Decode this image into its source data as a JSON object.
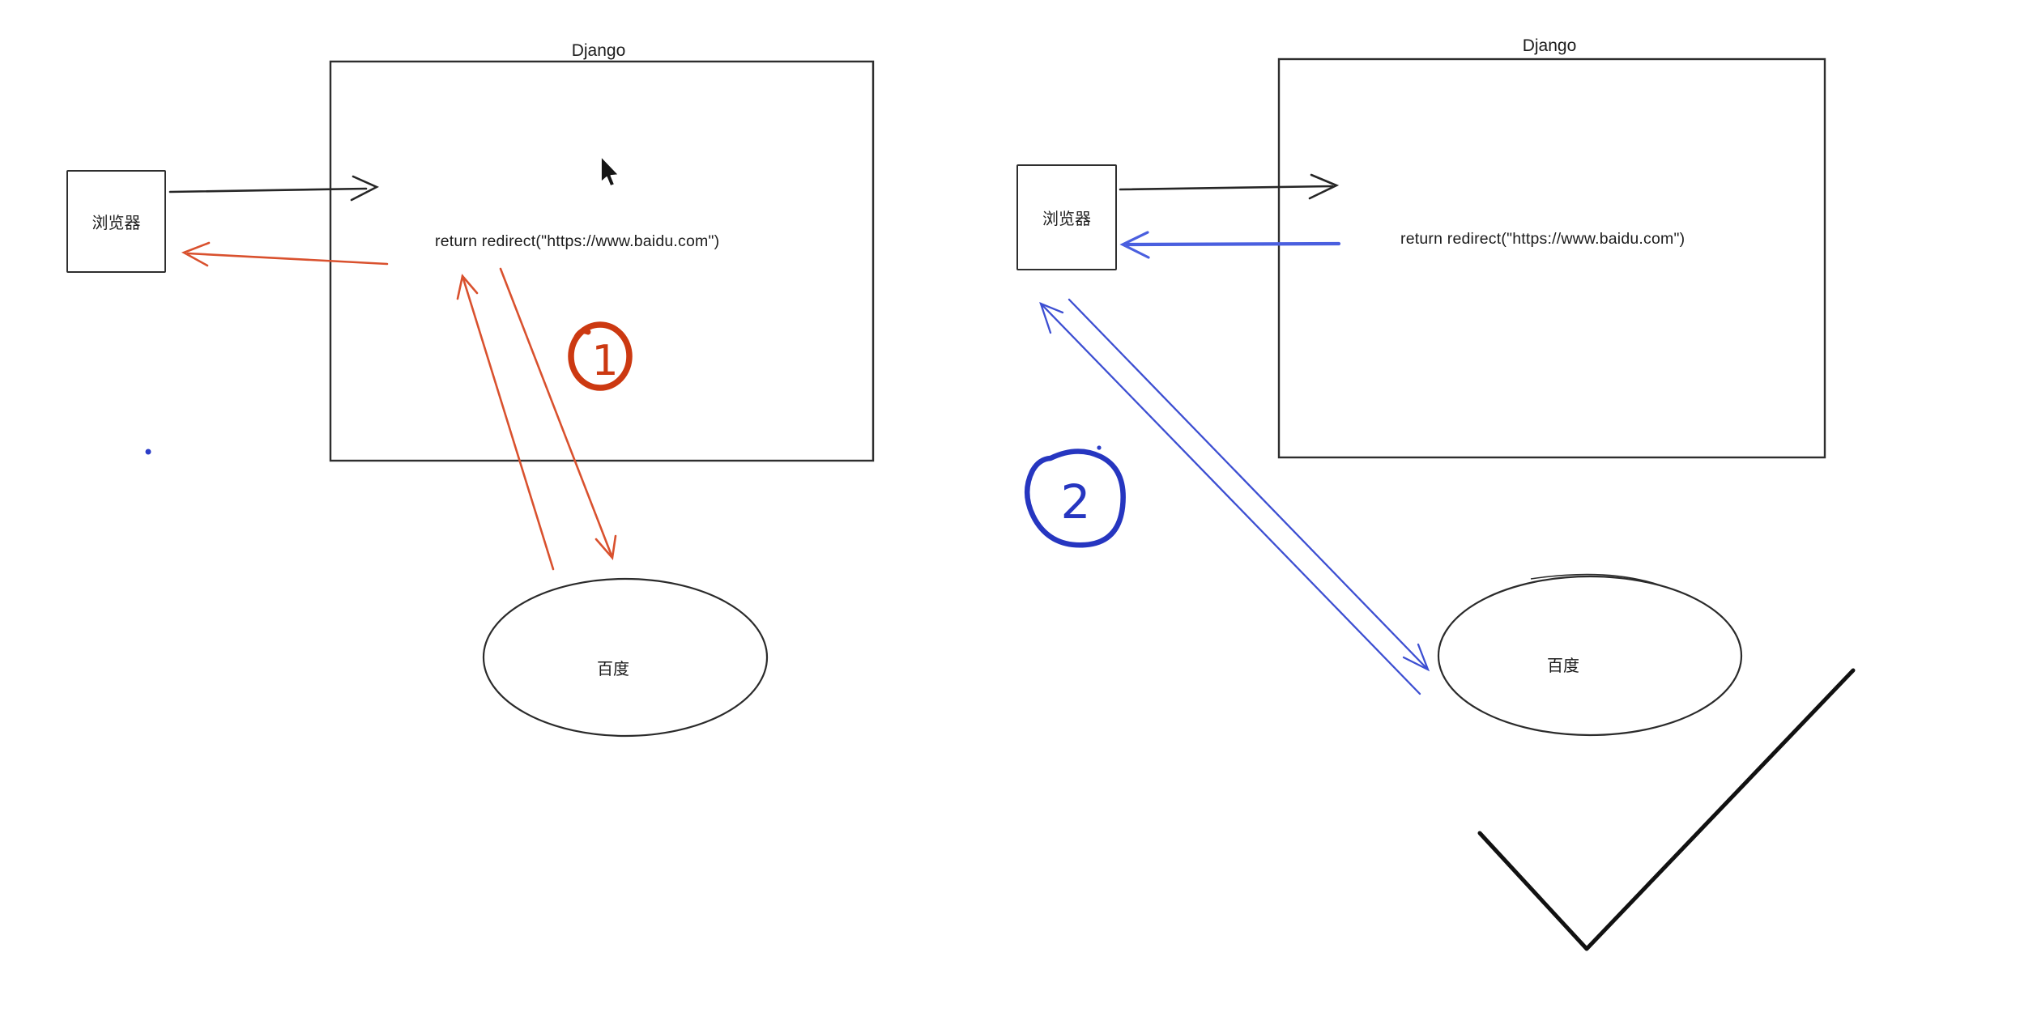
{
  "app": {
    "kind": "whiteboard-canvas",
    "background": "#ffffff"
  },
  "colors": {
    "ink": "#2e2e2e",
    "red_arrow": "#d9512e",
    "red_badge": "#cc3911",
    "blue_arrow": "#3d4fd2",
    "blue_thick_arrow": "#4a5fdf",
    "blue_badge": "#2636c0",
    "checkmark": "#111111"
  },
  "left_diagram": {
    "title": "Django",
    "browser_label": "浏览器",
    "code_text": "return redirect(\"https://www.baidu.com\")",
    "target_label": "百度",
    "step_badge": "1"
  },
  "right_diagram": {
    "title": "Django",
    "browser_label": "浏览器",
    "code_text": "return redirect(\"https://www.baidu.com\")",
    "target_label": "百度",
    "step_badge": "2"
  },
  "icons": {
    "cursor": "pointer-arrow"
  }
}
